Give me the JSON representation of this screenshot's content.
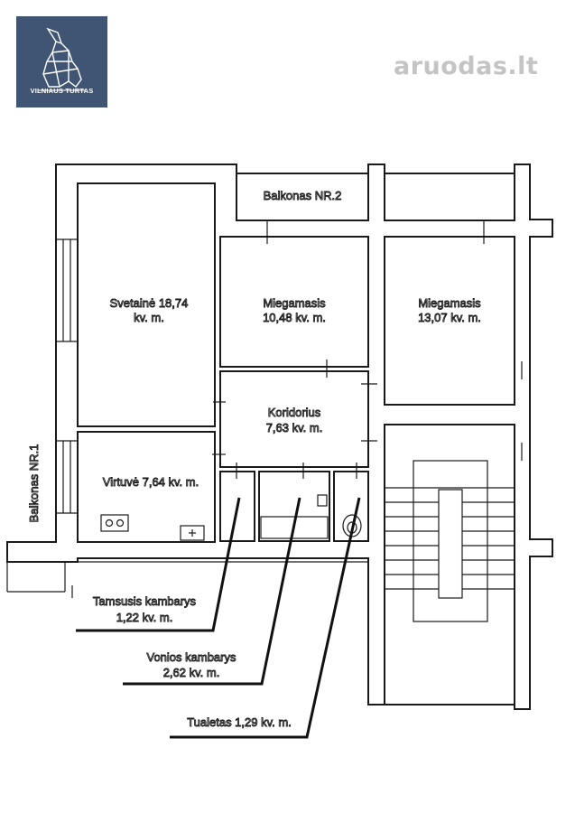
{
  "logo": {
    "text": "VILNIAUS TURTAS",
    "color": "#3f5573"
  },
  "watermark": {
    "text": "aruodas.lt"
  },
  "rooms": {
    "living": {
      "line1": "Svetainė 18,74",
      "line2": "kv. m."
    },
    "bedroom1": {
      "line1": "Miegamasis",
      "line2": "10,48 kv. m."
    },
    "bedroom2": {
      "line1": "Miegamasis",
      "line2": "13,07 kv. m."
    },
    "corridor": {
      "line1": "Koridorius",
      "line2": "7,63 kv. m."
    },
    "kitchen": {
      "line1": "Virtuvė 7,64 kv. m."
    },
    "balcony1": {
      "line1": "Balkonas NR.1"
    },
    "balcony2": {
      "line1": "Balkonas NR.2"
    }
  },
  "callouts": {
    "dark_room": {
      "line1": "Tamsusis kambarys",
      "line2": "1,22 kv. m."
    },
    "bathroom": {
      "line1": "Vonios kambarys",
      "line2": "2,62 kv. m."
    },
    "toilet": {
      "line1": "Tualetas 1,29 kv. m."
    }
  }
}
